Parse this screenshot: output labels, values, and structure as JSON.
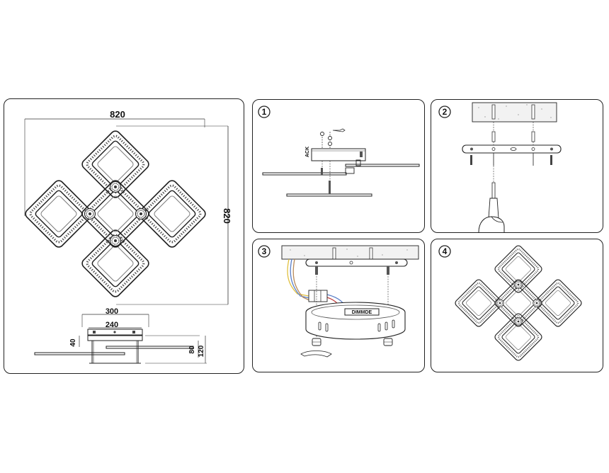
{
  "dimensions": {
    "overall_width": "820",
    "overall_height": "820",
    "plate_width": "300",
    "plate_inner_width": "240",
    "plate_height": "40",
    "body_height": "80",
    "total_height": "120"
  },
  "steps": [
    {
      "number": "1"
    },
    {
      "number": "2"
    },
    {
      "number": "3",
      "driver_label": "DIMMDE"
    },
    {
      "number": "4"
    }
  ]
}
